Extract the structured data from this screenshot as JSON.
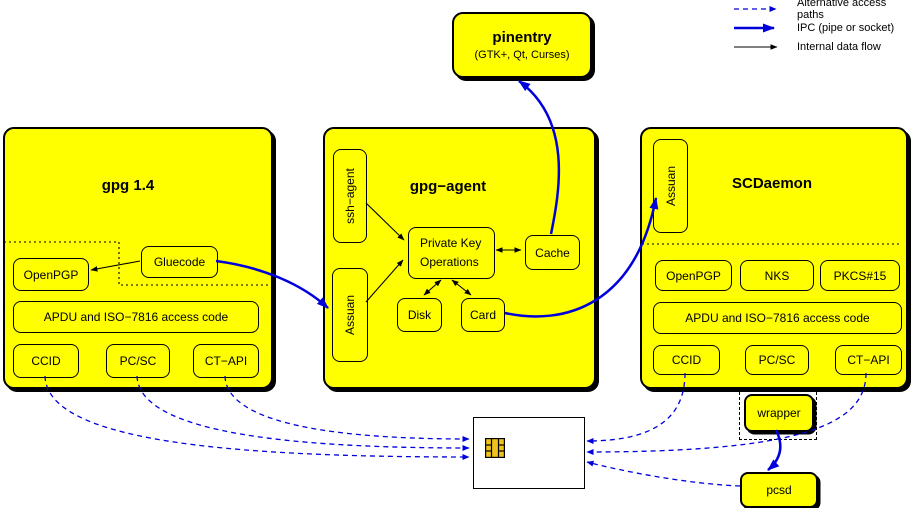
{
  "legend": {
    "alt": "Alternative access paths",
    "ipc": "IPC (pipe or socket)",
    "internal": "Internal data flow"
  },
  "pinentry": {
    "title": "pinentry",
    "subtitle": "(GTK+, Qt, Curses)"
  },
  "gpg14": {
    "title": "gpg 1.4",
    "gluecode": "Gluecode",
    "openpgp": "OpenPGP",
    "apdu": "APDU and ISO−7816 access code",
    "ccid": "CCID",
    "pcsc": "PC/SC",
    "ctapi": "CT−API"
  },
  "gpgagent": {
    "title": "gpg−agent",
    "sshagent": "ssh−agent",
    "assuan": "Assuan",
    "pko1": "Private Key",
    "pko2": "Operations",
    "cache": "Cache",
    "disk": "Disk",
    "card": "Card"
  },
  "scdaemon": {
    "title": "SCDaemon",
    "assuan": "Assuan",
    "openpgp": "OpenPGP",
    "nks": "NKS",
    "pkcs15": "PKCS#15",
    "apdu": "APDU and ISO−7816 access code",
    "ccid": "CCID",
    "pcsc": "PC/SC",
    "ctapi": "CT−API"
  },
  "bottom": {
    "wrapper": "wrapper",
    "pcsd": "pcsd"
  },
  "icons": {
    "smartcard_chip": "smartcard-chip-icon"
  },
  "colors": {
    "node_fill": "#ffff00",
    "ipc_blue": "#0000dd",
    "line_black": "#000000",
    "chip_gold": "#edc41f",
    "card_fill": "#ffffff"
  }
}
